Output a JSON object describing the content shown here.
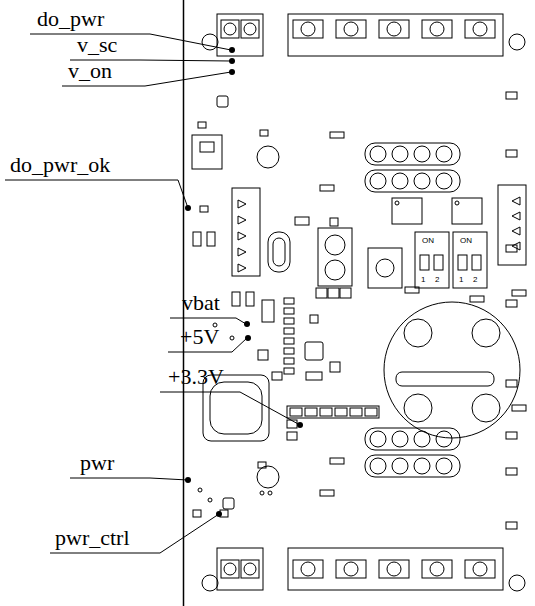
{
  "diagram": {
    "labels": [
      "do_pwr",
      "v_sc",
      "v_on",
      "do_pwr_ok",
      "vbat",
      "+5V",
      "+3.3V",
      "pwr",
      "pwr_ctrl",
      "ON",
      "1",
      "2",
      "ON",
      "1",
      "2"
    ]
  }
}
